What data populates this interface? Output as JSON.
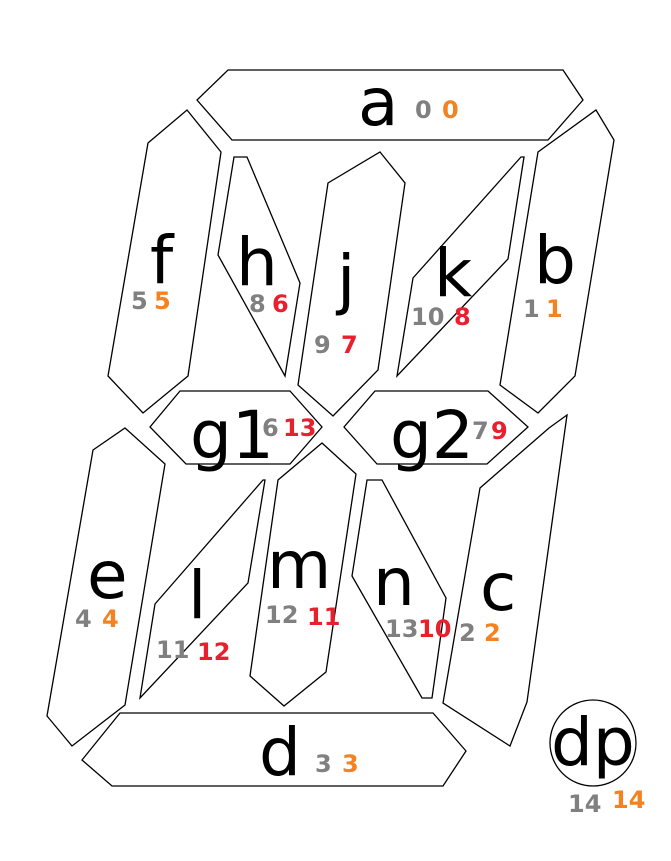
{
  "colors": {
    "background": "#ffffff",
    "outline": "#000000",
    "gray_index": "#808080",
    "orange_index": "#f58220",
    "red_index": "#e8202e"
  },
  "segments": [
    {
      "id": "a",
      "label": "a",
      "gray": "0",
      "colored": "0",
      "colored_color": "orange"
    },
    {
      "id": "b",
      "label": "b",
      "gray": "1",
      "colored": "1",
      "colored_color": "orange"
    },
    {
      "id": "c",
      "label": "c",
      "gray": "2",
      "colored": "2",
      "colored_color": "orange"
    },
    {
      "id": "d",
      "label": "d",
      "gray": "3",
      "colored": "3",
      "colored_color": "orange"
    },
    {
      "id": "e",
      "label": "e",
      "gray": "4",
      "colored": "4",
      "colored_color": "orange"
    },
    {
      "id": "f",
      "label": "f",
      "gray": "5",
      "colored": "5",
      "colored_color": "orange"
    },
    {
      "id": "g1",
      "label": "g1",
      "gray": "6",
      "colored": "13",
      "colored_color": "red"
    },
    {
      "id": "g2",
      "label": "g2",
      "gray": "7",
      "colored": "9",
      "colored_color": "red"
    },
    {
      "id": "h",
      "label": "h",
      "gray": "8",
      "colored": "6",
      "colored_color": "red"
    },
    {
      "id": "j",
      "label": "j",
      "gray": "9",
      "colored": "7",
      "colored_color": "red"
    },
    {
      "id": "k",
      "label": "k",
      "gray": "10",
      "colored": "8",
      "colored_color": "red"
    },
    {
      "id": "l",
      "label": "l",
      "gray": "11",
      "colored": "12",
      "colored_color": "red"
    },
    {
      "id": "m",
      "label": "m",
      "gray": "12",
      "colored": "11",
      "colored_color": "red"
    },
    {
      "id": "n",
      "label": "n",
      "gray": "13",
      "colored": "10",
      "colored_color": "red"
    },
    {
      "id": "dp",
      "label": "dp",
      "gray": "14",
      "colored": "14",
      "colored_color": "orange"
    }
  ]
}
